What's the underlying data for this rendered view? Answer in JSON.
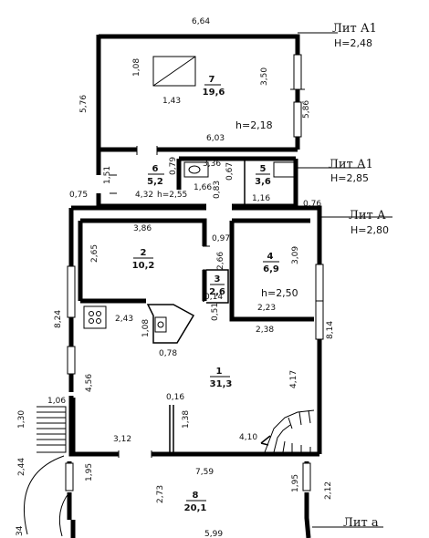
{
  "lit_labels": [
    {
      "name": "Лит А1",
      "height": "H=2,48"
    },
    {
      "name": "Лит А1",
      "height": "H=2,85"
    },
    {
      "name": "Лит А",
      "height": "H=2,80"
    },
    {
      "name": "Лит а",
      "height": ""
    }
  ],
  "rooms": [
    {
      "number": "7",
      "area": "19,6",
      "ceiling": "h=2,18"
    },
    {
      "number": "6",
      "area": "5,2",
      "ceiling": ""
    },
    {
      "number": "5",
      "area": "3,6",
      "ceiling": ""
    },
    {
      "number": "2",
      "area": "10,2",
      "ceiling": ""
    },
    {
      "number": "3",
      "area": "2,6",
      "ceiling": ""
    },
    {
      "number": "4",
      "area": "6,9",
      "ceiling": "h=2,50"
    },
    {
      "number": "1",
      "area": "31,3",
      "ceiling": ""
    },
    {
      "number": "8",
      "area": "20,1",
      "ceiling": ""
    }
  ],
  "extra_heights": [
    "h=2,55"
  ],
  "dimensions": [
    "6,64",
    "1,08",
    "1,43",
    "3,50",
    "5,76",
    "5,86",
    "6,03",
    "3,36",
    "0,79",
    "0,67",
    "1,51",
    "1,66",
    "0,83",
    "1,16",
    "0,75",
    "4,32",
    "0,76",
    "3,86",
    "0,97",
    "2,65",
    "3,09",
    "2,66",
    "8,24",
    "2,43",
    "0,14",
    "0,51",
    "2,23",
    "1,08",
    "0,78",
    "2,38",
    "8,14",
    "4,56",
    "4,17",
    "1,06",
    "0,16",
    "1,38",
    "1,30",
    "4,10",
    "3,12",
    "2,44",
    "1,95",
    "7,59",
    "2,73",
    "1,95",
    "2,12",
    "5,99",
    "34"
  ]
}
